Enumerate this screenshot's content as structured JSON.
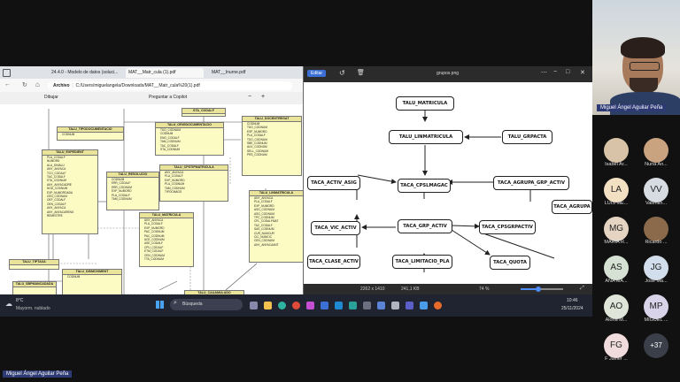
{
  "browser": {
    "tabs": [
      "24.4.0 - Modelo de datos (soluci...",
      "MAT__Matr_cula (1).pdf",
      "MAT__Inurne.pdf"
    ],
    "address_label": "Archivo",
    "address": "C:/Users/miguelangela/Downloads/MAT__Matr_cula%20(1).pdf",
    "draw_label": "Dibujar",
    "copilot_label": "Preguntar a Copilot"
  },
  "pdf_tables": [
    {
      "title": "TALU_TIPODOCUMENTACIO",
      "fields": [
        "CODNUM"
      ]
    },
    {
      "title": "TALU_EXPEDIENT",
      "fields": [
        "PLA_CODALF",
        "NUMORD",
        "ALU_DNIALU",
        "ANY_ANYACA",
        "TCO_CODALF",
        "TAC_CODALF",
        "STA_CODNUM",
        "ANY_ANYACADRE",
        "NOD_CODNUM",
        "EXP_NUMORDADA",
        "CEN_CODNUM",
        "OEF_CODALF",
        "OEN_CODALF",
        "ANY_ANYACA",
        "ANY_ANYACARENG",
        "REMESTRE"
      ]
    },
    {
      "title": "TALU_RESOLUCIO",
      "fields": [
        "CODNUM",
        "ERR_CODALF",
        "ERR_CODNUM",
        "EXP_NUMORD",
        "PLA_CODALF",
        "TAM_CODNUM"
      ]
    },
    {
      "title": "TALU_ORIGDOCUMENTACIO",
      "fields": [
        "TDO_CODNUM",
        "CODNUM",
        "ENG_CODALF",
        "TAM_CODNUM",
        "TAC_CODALF",
        "STA_CODNUM"
      ]
    },
    {
      "title": "TALU_CPSTIPMATRICULA",
      "fields": [
        "ANY_ANYACA",
        "PLA_CODALF",
        "EXP_NUMORD",
        "PLA_CODNUM",
        "TAM_CODNUM",
        "TIPOCMAOS"
      ]
    },
    {
      "title": "TALU_MATRICULA",
      "fields": [
        "ANY_ANYACA",
        "PLA_CODALF",
        "EXP_NUMORD",
        "PAC_CODNUM",
        "PAC_CODNUM",
        "ACE_CODNUM",
        "ASE_CODALF",
        "CPU_CODALF",
        "ETM_CODALF",
        "CEN_CODNUM",
        "TTA_CODNUM"
      ]
    },
    {
      "title": "TALU_DOCENTREGAT",
      "fields": [
        "CODNUM",
        "TDO_CODNUM",
        "ESP_NUMORD",
        "PLA_CODALF",
        "TDO_CODNUM",
        "SBE_CODNUM",
        "AUV_CODNUM",
        "SELL_CODNUM",
        "PRS_CODNUM"
      ]
    },
    {
      "title": "TALU_LINMATRICULA",
      "fields": [
        "ANY_ANYACA",
        "PLA_CODALF",
        "EXP_NUMORD",
        "ASG_CODNUM",
        "ASG_CODNUM",
        "TPC_CODNUM",
        "CPL_CODALFMAT",
        "TAC_CODALF",
        "SAS_CODNUM",
        "CUR_NUMCUR",
        "CIC_NUMCIC",
        "CEN_CODNUM",
        "ANY_ANYACAANT"
      ]
    },
    {
      "title": "TALU_TIPTAXA",
      "fields": []
    },
    {
      "title": "TALU_SBPMANCADADA",
      "fields": []
    },
    {
      "title": "TALU_DISMOVIMENT",
      "fields": [
        "CODNUM"
      ]
    },
    {
      "title": "TALU_CAUAMULADO",
      "fields": []
    },
    {
      "title": "STA_CODALF",
      "fields": []
    }
  ],
  "viewer": {
    "edit_label": "Editar",
    "filename": "grupos.png",
    "footer_info": "2262 x 1410",
    "footer_size": "241,1 KB",
    "zoom": "74 %",
    "zoom_level": 0.74,
    "nodes": {
      "matricula": "TALU_MATRICULA",
      "linmatricula": "TALU_LINMATRICULA",
      "grpacta": "TALU_GRPACTA",
      "activ_asig": "TACA_ACTIV_ASIG",
      "cpslmagac": "TACA_CPSLMAGAC",
      "agrupa_grp": "TACA_AGRUPA_GRP_ACTIV",
      "agrupa": "TACA_AGRUPA",
      "vic_activ": "TACA_VIC_ACTIV",
      "grp_activ": "TACA_GRP_ACTIV",
      "cpsgrpactiv": "TACA_CPSGRPACTIV",
      "clase_activ": "TACA_CLASE_ACTIV",
      "limitacio": "TACA_LIMITACIO_PLA",
      "quota": "TACA_QUOTA"
    }
  },
  "taskbar": {
    "weather_temp": "8°C",
    "weather_desc": "Mayorm. nublado",
    "search_placeholder": "Búsqueda",
    "time": "10:46",
    "date": "25/11/2024"
  },
  "presenter_name": "Miguel Ángel Aguilar Peña",
  "bottom_name": "Miguel Ángel Aguilar Peña",
  "participants": [
    {
      "initials": "",
      "name": "Isabel Ar...",
      "color": "#d9c3a8"
    },
    {
      "initials": "",
      "name": "Nuria An...",
      "color": "#c9a27f"
    },
    {
      "initials": "LA",
      "name": "LUIS ME...",
      "color": "#f3e0c3"
    },
    {
      "initials": "VV",
      "name": "Valentin...",
      "color": "#d7dbe2"
    },
    {
      "initials": "MG",
      "name": "MARIA R...",
      "color": "#e6d4c3"
    },
    {
      "initials": "",
      "name": "Ricardo ...",
      "color": "#8a6a4a"
    },
    {
      "initials": "AS",
      "name": "ANA MA...",
      "color": "#d5e1d3"
    },
    {
      "initials": "JG",
      "name": "Jose Ma...",
      "color": "#d2deeb"
    },
    {
      "initials": "AO",
      "name": "Alona M...",
      "color": "#dfe5d9"
    },
    {
      "initials": "MP",
      "name": "MIGUEL ...",
      "color": "#d9d3ea"
    },
    {
      "initials": "FG",
      "name": "F Javier ...",
      "color": "#f0dcdc"
    }
  ],
  "more_participants": "+37"
}
